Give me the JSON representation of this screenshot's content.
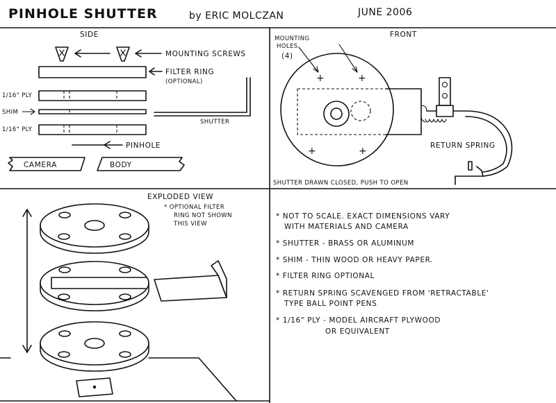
{
  "title": {
    "main": "PINHOLE SHUTTER",
    "byline": "by ERIC MOLCZAN",
    "date": "JUNE 2006"
  },
  "side_view": {
    "heading": "SIDE",
    "mounting_screws": "MOUNTING SCREWS",
    "filter_ring": "FILTER RING",
    "filter_ring_note": "(OPTIONAL)",
    "ply_top": "1/16\" PLY",
    "shim": "SHIM",
    "ply_bottom": "1/16\" PLY",
    "shutter": "SHUTTER",
    "pinhole": "PINHOLE",
    "camera": "CAMERA",
    "body": "BODY"
  },
  "front_view": {
    "heading": "FRONT",
    "mounting_holes_line1": "MOUNTING",
    "mounting_holes_line2": "HOLES",
    "mounting_holes_count": "(4)",
    "return_spring": "RETURN SPRING",
    "caption": "SHUTTER DRAWN CLOSED, PUSH TO OPEN"
  },
  "exploded_view": {
    "heading": "EXPLODED VIEW",
    "note_line1": "* OPTIONAL FILTER",
    "note_line2": "RING NOT SHOWN",
    "note_line3": "THIS VIEW"
  },
  "notes": [
    {
      "line1": "* NOT TO SCALE. EXACT DIMENSIONS VARY",
      "line2": "WITH MATERIALS AND CAMERA"
    },
    {
      "line1": "* SHUTTER - BRASS OR ALUMINUM",
      "line2": ""
    },
    {
      "line1": "* SHIM - THIN WOOD OR HEAVY PAPER.",
      "line2": ""
    },
    {
      "line1": "* FILTER RING OPTIONAL",
      "line2": ""
    },
    {
      "line1": "* RETURN SPRING SCAVENGED FROM 'RETRACTABLE'",
      "line2": "TYPE BALL POINT PENS"
    },
    {
      "line1": "* 1/16\" PLY - MODEL AIRCRAFT PLYWOOD",
      "line2": "OR EQUIVALENT"
    }
  ]
}
